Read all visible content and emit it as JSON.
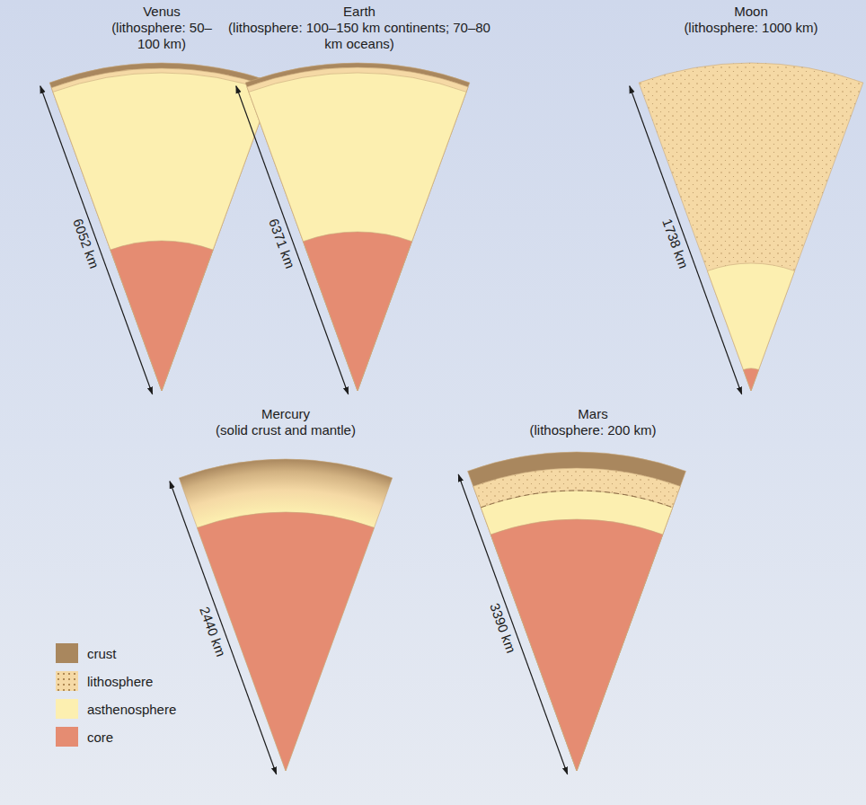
{
  "diagram": {
    "labels": [
      "Venus",
      "(lithosphere: 50–100 km)",
      "Earth",
      "(lithosphere: 100–150 km continents; 70–80 km oceans)",
      "Moon",
      "(lithosphere: 1000 km)",
      "6052 km",
      "6371 km",
      "1738 km",
      "Mercury",
      "(solid crust and mantle)",
      "2440 km",
      "Mars",
      "(lithosphere: 200 km)",
      "3390 km"
    ],
    "legend": [
      {
        "text": "crust",
        "color": "#a9875e"
      },
      {
        "text": "lithosphere",
        "color": "#f5d9a5"
      },
      {
        "text": "asthenosphere",
        "color": "#fcefb0"
      },
      {
        "text": "core",
        "color": "#e58c72"
      }
    ]
  }
}
